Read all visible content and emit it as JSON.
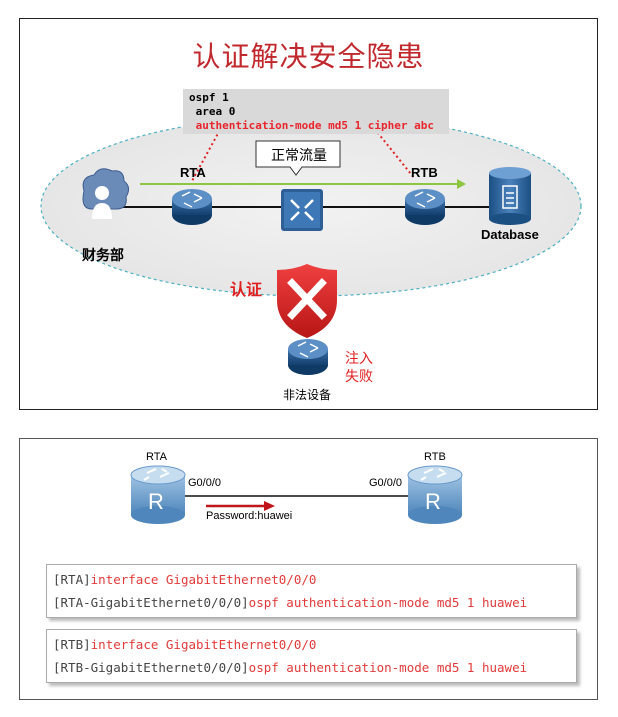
{
  "top_panel": {
    "title": "认证解决安全隐患",
    "config": {
      "line1": "ospf 1",
      "line2": " area 0",
      "line3": " authentication-mode md5 1 cipher abc"
    },
    "normal_traffic_label": "正常流量",
    "rta_label": "RTA",
    "rtb_label": "RTB",
    "finance_label": "财务部",
    "database_label": "Database",
    "auth_label": "认证",
    "inject_fail_line1": "注入",
    "inject_fail_line2": "失败",
    "illegal_device_label": "非法设备"
  },
  "bottom_panel": {
    "rta_label": "RTA",
    "rtb_label": "RTB",
    "rta_port": "G0/0/0",
    "rtb_port": "G0/0/0",
    "router_letter": "R",
    "password_label": "Password:huawei",
    "rta_cli": {
      "line1_prompt": "[RTA]",
      "line1_cmd": "interface GigabitEthernet0/0/0",
      "line2_prompt": "[RTA-GigabitEthernet0/0/0]",
      "line2_cmd": "ospf authentication-mode md5 1 huawei"
    },
    "rtb_cli": {
      "line1_prompt": "[RTB]",
      "line1_cmd": "interface GigabitEthernet0/0/0",
      "line2_prompt": "[RTB-GigabitEthernet0/0/0]",
      "line2_cmd": "ospf authentication-mode md5 1 huawei"
    }
  },
  "colors": {
    "title_red": "#c0282d",
    "cli_red": "#e23a3a",
    "traffic_green": "#8dc63f",
    "router_blue": "#1f5f9a"
  }
}
